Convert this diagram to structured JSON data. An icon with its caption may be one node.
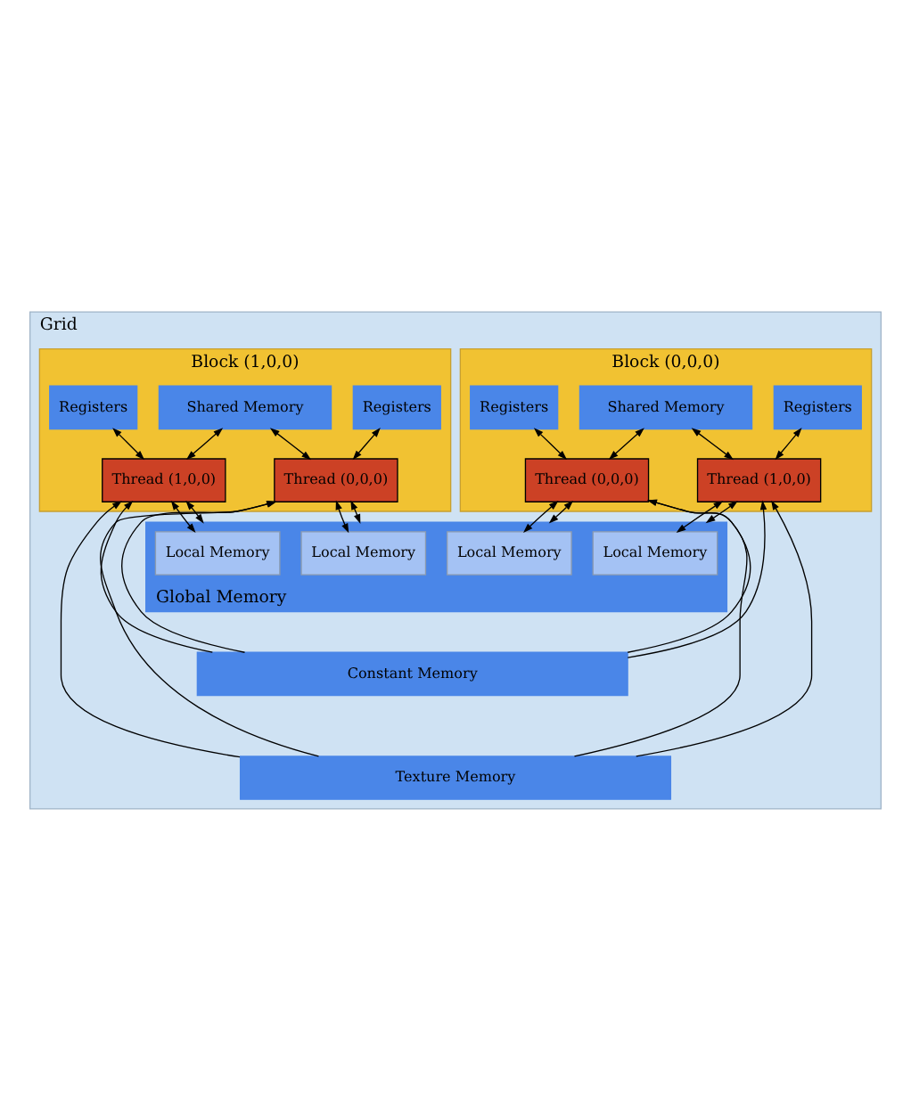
{
  "diagram": {
    "nodes": [
      {
        "text": [
          "Grid"
        ]
      },
      {
        "text": [
          "Block (0,0,0)"
        ],
        "in": 0
      },
      {
        "text": [
          "Shared Memory"
        ],
        "in": 1
      },
      {
        "text": [
          "Registers"
        ],
        "in": 1
      },
      {
        "text": [
          "Registers"
        ],
        "in": 1
      },
      {
        "text": [
          "Thread (0,0,0)"
        ],
        "in": 1
      },
      {
        "text": [
          "Thread (1,0,0)"
        ],
        "in": 1
      },
      {
        "text": [
          "Block (1,0,0)"
        ],
        "in": 0
      },
      {
        "text": [
          "Shared Memory"
        ],
        "in": 7
      },
      {
        "text": [
          "Registers"
        ],
        "in": 7
      },
      {
        "text": [
          "Registers"
        ],
        "in": 7
      },
      {
        "text": [
          "Thread (0,0,0)"
        ],
        "in": 7
      },
      {
        "text": [
          "Thread (1,0,0)"
        ],
        "in": 7
      },
      {
        "text": [
          "Global Memory"
        ],
        "in": 0
      },
      {
        "text": [
          "Local Memory"
        ],
        "in": 13
      },
      {
        "text": [
          "Local Memory"
        ],
        "in": 13
      },
      {
        "text": [
          "Local Memory"
        ],
        "in": 13
      },
      {
        "text": [
          "Local Memory"
        ],
        "in": 13
      },
      {
        "text": [
          "Constant Memory"
        ],
        "in": 0
      },
      {
        "text": [
          "Texture Memory"
        ],
        "in": 0
      }
    ],
    "edges": [
      {
        "from": 3,
        "to": 5,
        "arrow": "both"
      },
      {
        "from": 2,
        "to": 5,
        "arrow": "both"
      },
      {
        "from": 5,
        "to": 14,
        "arrow": "both"
      },
      {
        "from": 5,
        "to": 13,
        "arrow": "both"
      },
      {
        "from": 18,
        "to": 5,
        "arrow": "to"
      },
      {
        "from": 19,
        "to": 5,
        "arrow": "to"
      },
      {
        "from": 4,
        "to": 6,
        "arrow": "both"
      },
      {
        "from": 2,
        "to": 6,
        "arrow": "both"
      },
      {
        "from": 6,
        "to": 15,
        "arrow": "both"
      },
      {
        "from": 6,
        "to": 13,
        "arrow": "both"
      },
      {
        "from": 18,
        "to": 6,
        "arrow": "to"
      },
      {
        "from": 19,
        "to": 6,
        "arrow": "to"
      },
      {
        "from": 9,
        "to": 11,
        "arrow": "both"
      },
      {
        "from": 8,
        "to": 11,
        "arrow": "both"
      },
      {
        "from": 11,
        "to": 16,
        "arrow": "both"
      },
      {
        "from": 11,
        "to": 13,
        "arrow": "both"
      },
      {
        "from": 18,
        "to": 11,
        "arrow": "to"
      },
      {
        "from": 19,
        "to": 11,
        "arrow": "to"
      },
      {
        "from": 10,
        "to": 12,
        "arrow": "both"
      },
      {
        "from": 8,
        "to": 12,
        "arrow": "both"
      },
      {
        "from": 12,
        "to": 17,
        "arrow": "both"
      },
      {
        "from": 12,
        "to": 13,
        "arrow": "both"
      },
      {
        "from": 18,
        "to": 12,
        "arrow": "to"
      },
      {
        "from": 19,
        "to": 12,
        "arrow": "to"
      }
    ]
  }
}
